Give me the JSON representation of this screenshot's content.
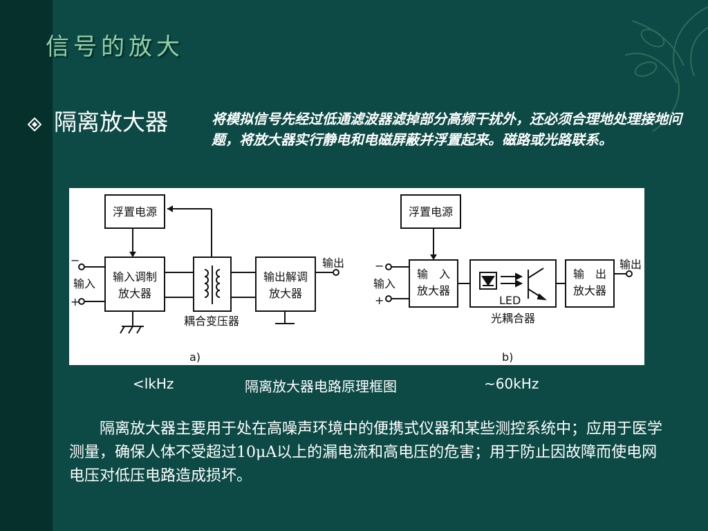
{
  "title": "信号的放大",
  "section": {
    "heading": "隔离放大器",
    "description": "将模拟信号先经过低通滤波器滤掉部分高频干扰外，还必须合理地处理接地问题，将放大器实行静电和电磁屏蔽并浮置起来。磁路或光路联系。"
  },
  "diagram": {
    "a": {
      "floating_power": "浮置电源",
      "input_mod_line1": "输入调制",
      "input_mod_line2": "放大器",
      "output_demod_line1": "输出解调",
      "output_demod_line2": "放大器",
      "transformer_label": "耦合变压器",
      "input_label": "输入",
      "output_label": "输出",
      "minus": "−",
      "plus": "+",
      "sub_label": "a)"
    },
    "b": {
      "floating_power": "浮置电源",
      "input_amp_line1": "输　入",
      "input_amp_line2": "放大器",
      "output_amp_line1": "输　出",
      "output_amp_line2": "放大器",
      "led_label": "LED",
      "coupler_label": "光耦合器",
      "input_label": "输入",
      "output_label": "输出",
      "minus": "−",
      "plus": "+",
      "sub_label": "b)"
    }
  },
  "captions": {
    "left": "<lkHz",
    "center": "隔离放大器电路原理框图",
    "right": "~60kHz"
  },
  "body_text": "隔离放大器主要用于处在高噪声环境中的便携式仪器和某些测控系统中；应用于医学测量，确保人体不受超过10μA以上的漏电流和高电压的危害；用于防止因故障而使电网电压对低压电路造成损坏。",
  "colors": {
    "background": "#0d4a45",
    "left_band": "#06302c",
    "title": "#8fd0a8",
    "text": "#ffffff"
  }
}
